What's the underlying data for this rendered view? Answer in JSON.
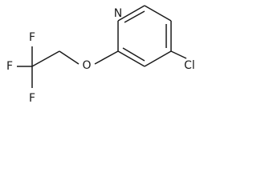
{
  "molecule": {
    "atoms": {
      "n1": "N",
      "o1": "O",
      "cl1": "Cl",
      "f1": "F",
      "f2": "F",
      "f3": "F"
    }
  }
}
